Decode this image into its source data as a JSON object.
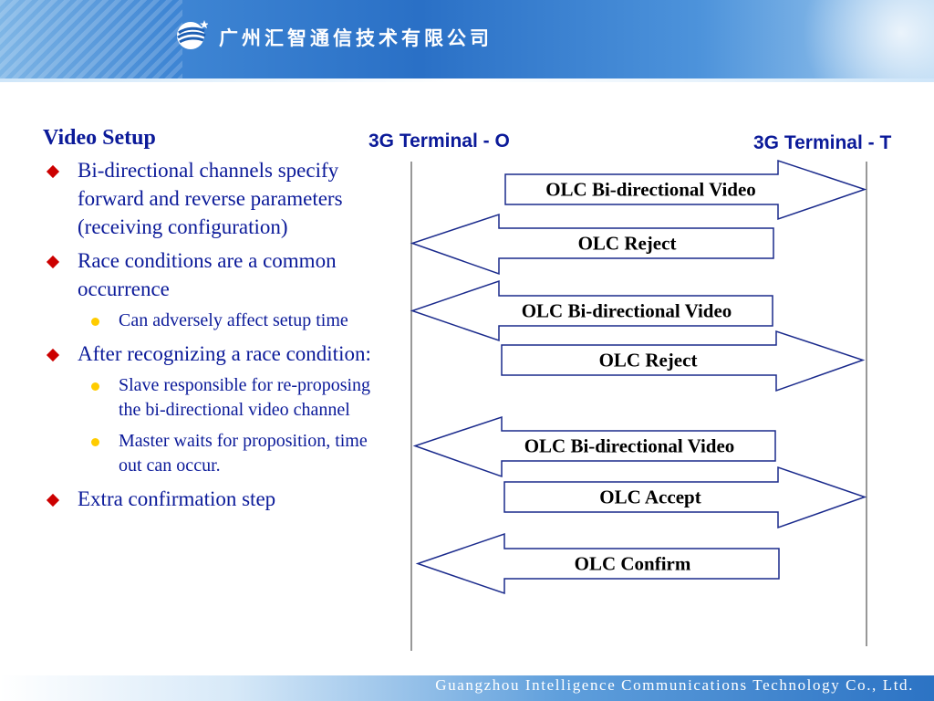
{
  "header": {
    "company_name": "广州汇智通信技术有限公司"
  },
  "footer": {
    "company_english": "Guangzhou  Intelligence  Communications  Technology  Co.,  Ltd."
  },
  "content": {
    "title": "Video  Setup",
    "bullets": [
      {
        "text": "Bi-directional channels specify forward and reverse parameters (receiving configuration)"
      },
      {
        "text": "Race conditions are a common occurrence",
        "sub": [
          "Can adversely affect setup time"
        ]
      },
      {
        "text": "After recognizing a race condition:",
        "sub": [
          "Slave responsible for re-proposing the bi-directional video channel",
          "Master waits for proposition, time out can occur."
        ]
      },
      {
        "text": "Extra confirmation step"
      }
    ]
  },
  "diagram": {
    "terminal_o": "3G Terminal - O",
    "terminal_t": "3G Terminal - T",
    "messages": [
      {
        "label": "OLC Bi-directional Video",
        "direction": "right"
      },
      {
        "label": "OLC Reject",
        "direction": "left"
      },
      {
        "label": "OLC Bi-directional Video",
        "direction": "left"
      },
      {
        "label": "OLC Reject",
        "direction": "right"
      },
      {
        "label": "OLC Bi-directional Video",
        "direction": "left"
      },
      {
        "label": "OLC Accept",
        "direction": "right"
      },
      {
        "label": "OLC Confirm",
        "direction": "left"
      }
    ]
  },
  "colors": {
    "text_blue": "#0b1a99",
    "bullet_red": "#cc0000",
    "sub_bullet_yellow": "#ffcc00",
    "header_blue": "#2a70c6"
  },
  "icons": [
    "company-logo-icon"
  ]
}
